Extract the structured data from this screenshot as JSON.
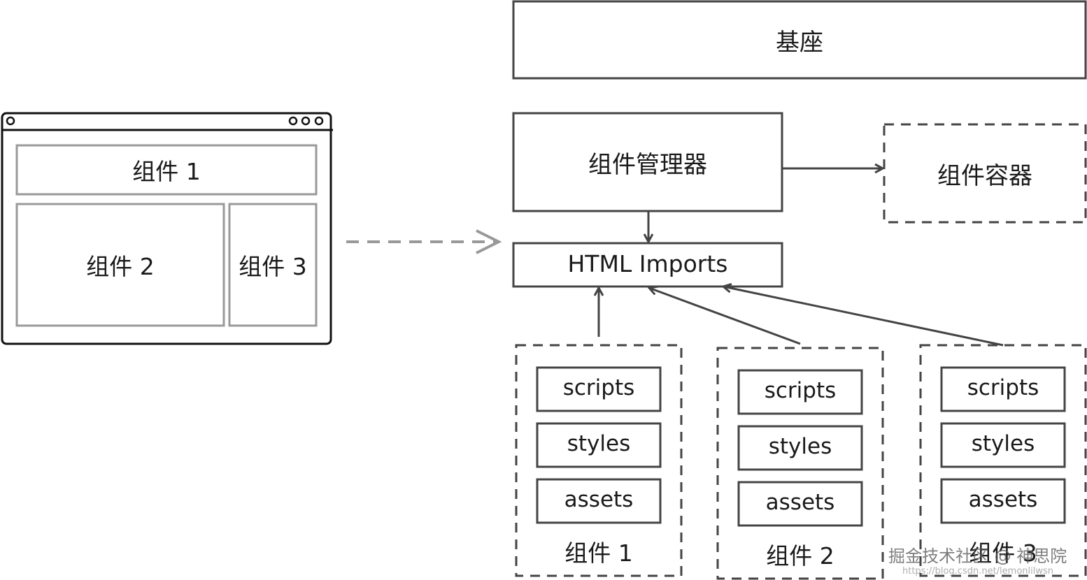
{
  "browser": {
    "blocks": {
      "component1": "组件 1",
      "component2": "组件 2",
      "component3": "组件 3"
    }
  },
  "architecture": {
    "base": "基座",
    "manager": "组件管理器",
    "container": "组件容器",
    "imports": "HTML Imports",
    "packages": [
      {
        "name": "组件 1",
        "items": [
          "scripts",
          "styles",
          "assets"
        ]
      },
      {
        "name": "组件 2",
        "items": [
          "scripts",
          "styles",
          "assets"
        ]
      },
      {
        "name": "组件 3",
        "items": [
          "scripts",
          "styles",
          "assets"
        ]
      }
    ]
  },
  "watermark": {
    "text": "掘金技术社区 @ 神思院",
    "url": "https://blog.csdn.net/lemonlilwsn"
  }
}
